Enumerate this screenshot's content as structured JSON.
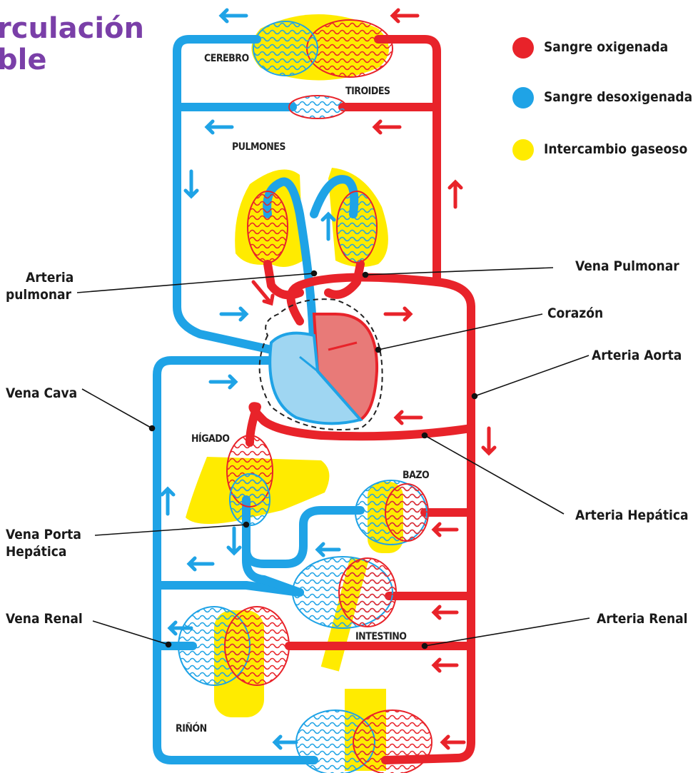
{
  "title": {
    "line1": "rculación",
    "line2": "ble"
  },
  "legend": [
    {
      "label": "Sangre oxigenada",
      "color": "#e8232a"
    },
    {
      "label": "Sangre desoxigenada",
      "color": "#1fa3e6"
    },
    {
      "label": "Intercambio gaseoso",
      "color": "#ffeb00"
    }
  ],
  "organs": {
    "cerebro": "CEREBRO",
    "tiroides": "TIROIDES",
    "pulmones": "PULMONES",
    "higado": "HÍGADO",
    "bazo": "BAZO",
    "intestino": "INTESTINO",
    "rinon": "RIÑÓN"
  },
  "callouts": {
    "arteria_pulmonar_1": "Arteria",
    "arteria_pulmonar_2": "pulmonar",
    "vena_pulmonar": "Vena Pulmonar",
    "corazon": "Corazón",
    "arteria_aorta": "Arteria Aorta",
    "vena_cava": "Vena Cava",
    "arteria_hepatica": "Arteria Hepática",
    "vena_porta_1": "Vena Porta",
    "vena_porta_2": "Hepática",
    "arteria_renal": "Arteria Renal",
    "vena_renal": "Vena Renal"
  },
  "colors": {
    "red": "#e8232a",
    "blue": "#1fa3e6",
    "yellow": "#ffeb00",
    "heart_red": "#e87a78",
    "heart_blue": "#9fd6f2"
  }
}
